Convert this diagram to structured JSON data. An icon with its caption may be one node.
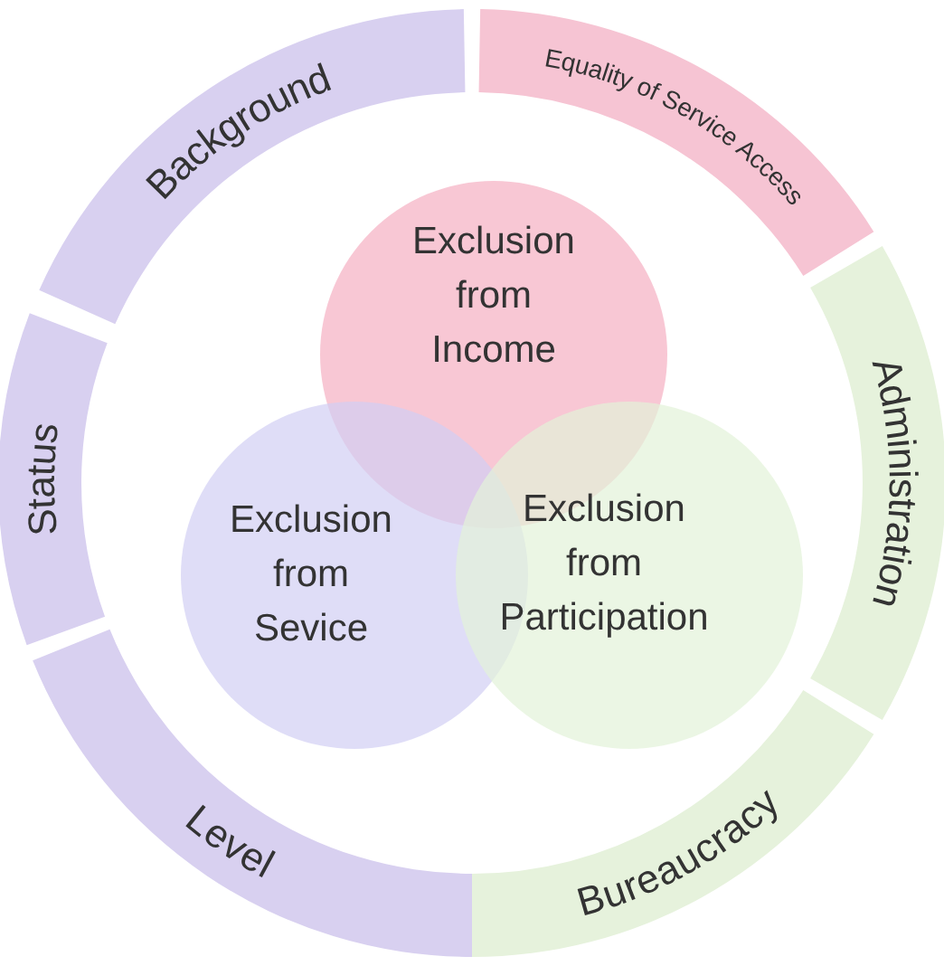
{
  "diagram": {
    "nodes": [
      {
        "text": [
          "Background"
        ]
      },
      {
        "text": [
          "Equality of Service Access"
        ]
      },
      {
        "text": [
          "Exclusion from Income"
        ]
      },
      {
        "text": [
          "Status"
        ]
      },
      {
        "text": [
          "Administration"
        ]
      },
      {
        "text": [
          "Exclusion from Sevice"
        ]
      },
      {
        "text": [
          "Exclusion from Participation"
        ]
      },
      {
        "text": [
          "Level"
        ]
      },
      {
        "text": [
          "Bureaucracy"
        ]
      }
    ]
  }
}
